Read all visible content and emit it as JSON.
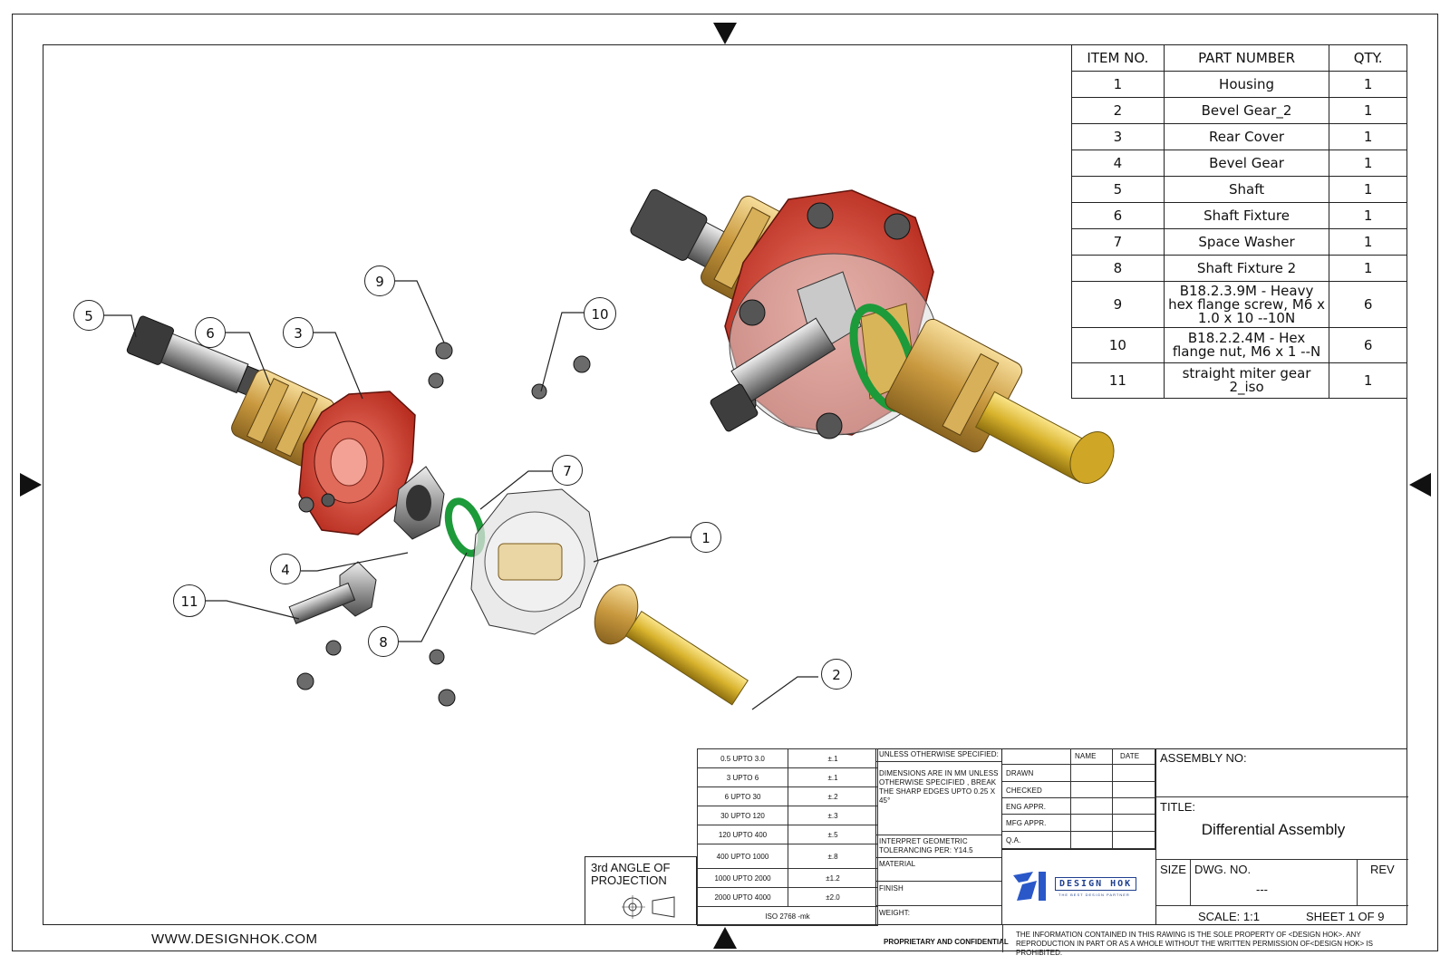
{
  "bom": {
    "headers": [
      "ITEM NO.",
      "PART NUMBER",
      "QTY."
    ],
    "rows": [
      {
        "item": "1",
        "part": "Housing",
        "qty": "1"
      },
      {
        "item": "2",
        "part": "Bevel Gear_2",
        "qty": "1"
      },
      {
        "item": "3",
        "part": "Rear Cover",
        "qty": "1"
      },
      {
        "item": "4",
        "part": "Bevel Gear",
        "qty": "1"
      },
      {
        "item": "5",
        "part": "Shaft",
        "qty": "1"
      },
      {
        "item": "6",
        "part": "Shaft Fixture",
        "qty": "1"
      },
      {
        "item": "7",
        "part": "Space Washer",
        "qty": "1"
      },
      {
        "item": "8",
        "part": "Shaft Fixture 2",
        "qty": "1"
      },
      {
        "item": "9",
        "part": "B18.2.3.9M - Heavy hex flange screw, M6 x 1.0 x 10 --10N",
        "qty": "6"
      },
      {
        "item": "10",
        "part": "B18.2.2.4M - Hex flange nut, M6 x 1 --N",
        "qty": "6"
      },
      {
        "item": "11",
        "part": "straight miter gear 2_iso",
        "qty": "1"
      }
    ]
  },
  "callouts": [
    "5",
    "6",
    "3",
    "9",
    "10",
    "7",
    "1",
    "4",
    "11",
    "8",
    "2"
  ],
  "tolerances": [
    {
      "range": "0.5 UPTO 3.0",
      "value": "±.1"
    },
    {
      "range": "3 UPTO 6",
      "value": "±.1"
    },
    {
      "range": "6 UPTO 30",
      "value": "±.2"
    },
    {
      "range": "30 UPTO 120",
      "value": "±.3"
    },
    {
      "range": "120 UPTO 400",
      "value": "±.5"
    },
    {
      "range": "400 UPTO 1000",
      "value": "±.8"
    },
    {
      "range": "1000 UPTO 2000",
      "value": "±1.2"
    },
    {
      "range": "2000 UPTO 4000",
      "value": "±2.0"
    }
  ],
  "tolerance_standard": "ISO 2768 -mk",
  "projection_label": "3rd ANGLE OF PROJECTION",
  "notes": {
    "unless_specified": "UNLESS OTHERWISE SPECIFIED:",
    "dimensions": "DIMENSIONS ARE IN MM UNLESS OTHERWISE SPECIFIED , BREAK THE SHARP EDGES UPTO 0.25 X 45°",
    "geometric": "INTERPRET GEOMETRIC TOLERANCING PER: Y14.5",
    "material": "MATERIAL",
    "finish": "FINISH",
    "weight": "WEIGHT:"
  },
  "signoff": {
    "name_header": "NAME",
    "date_header": "DATE",
    "rows": [
      "DRAWN",
      "CHECKED",
      "ENG APPR.",
      "MFG APPR.",
      "Q.A."
    ]
  },
  "title_block": {
    "assembly_no_label": "ASSEMBLY NO:",
    "title_label": "TITLE:",
    "title": "Differential Assembly",
    "size_label": "SIZE",
    "dwg_no_label": "DWG.  NO.",
    "dwg_no": "---",
    "rev_label": "REV",
    "scale": "SCALE: 1:1",
    "sheet": "SHEET 1 OF 9"
  },
  "logo": {
    "name": "DESIGN HOK",
    "tagline": "THE BEST DESIGN PARTNER"
  },
  "footer": {
    "website": "WWW.DESIGNHOK.COM",
    "confidential": "PROPRIETARY AND CONFIDENTIAL",
    "disclaimer": "THE INFORMATION CONTAINED IN THIS RAWING IS THE SOLE PROPERTY OF <DESIGN HOK>.  ANY REPRODUCTION IN PART OR AS A WHOLE WITHOUT THE WRITTEN PERMISSION OF<DESIGN HOK> IS PROHIBITED."
  }
}
